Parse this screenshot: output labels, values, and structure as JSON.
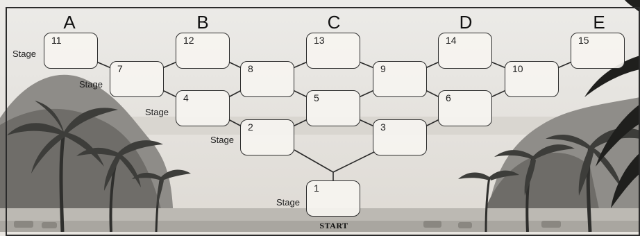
{
  "map": {
    "columns": [
      "A",
      "B",
      "C",
      "D",
      "E"
    ],
    "stage_word": "Stage",
    "start_label": "START",
    "stages": [
      {
        "id": 1,
        "label": "1",
        "show_stage_word": true
      },
      {
        "id": 2,
        "label": "2",
        "show_stage_word": true
      },
      {
        "id": 3,
        "label": "3",
        "show_stage_word": false
      },
      {
        "id": 4,
        "label": "4",
        "show_stage_word": true
      },
      {
        "id": 5,
        "label": "5",
        "show_stage_word": false
      },
      {
        "id": 6,
        "label": "6",
        "show_stage_word": false
      },
      {
        "id": 7,
        "label": "7",
        "show_stage_word": true
      },
      {
        "id": 8,
        "label": "8",
        "show_stage_word": false
      },
      {
        "id": 9,
        "label": "9",
        "show_stage_word": false
      },
      {
        "id": 10,
        "label": "10",
        "show_stage_word": false
      },
      {
        "id": 11,
        "label": "11",
        "show_stage_word": true
      },
      {
        "id": 12,
        "label": "12",
        "show_stage_word": false
      },
      {
        "id": 13,
        "label": "13",
        "show_stage_word": false
      },
      {
        "id": 14,
        "label": "14",
        "show_stage_word": false
      },
      {
        "id": 15,
        "label": "15",
        "show_stage_word": false
      }
    ],
    "connections": [
      [
        1,
        2
      ],
      [
        1,
        3
      ],
      [
        2,
        4
      ],
      [
        2,
        5
      ],
      [
        3,
        5
      ],
      [
        3,
        6
      ],
      [
        4,
        7
      ],
      [
        4,
        8
      ],
      [
        5,
        8
      ],
      [
        5,
        9
      ],
      [
        6,
        9
      ],
      [
        6,
        10
      ],
      [
        7,
        11
      ],
      [
        7,
        12
      ],
      [
        8,
        12
      ],
      [
        8,
        13
      ],
      [
        9,
        13
      ],
      [
        9,
        14
      ],
      [
        10,
        14
      ],
      [
        10,
        15
      ]
    ]
  }
}
